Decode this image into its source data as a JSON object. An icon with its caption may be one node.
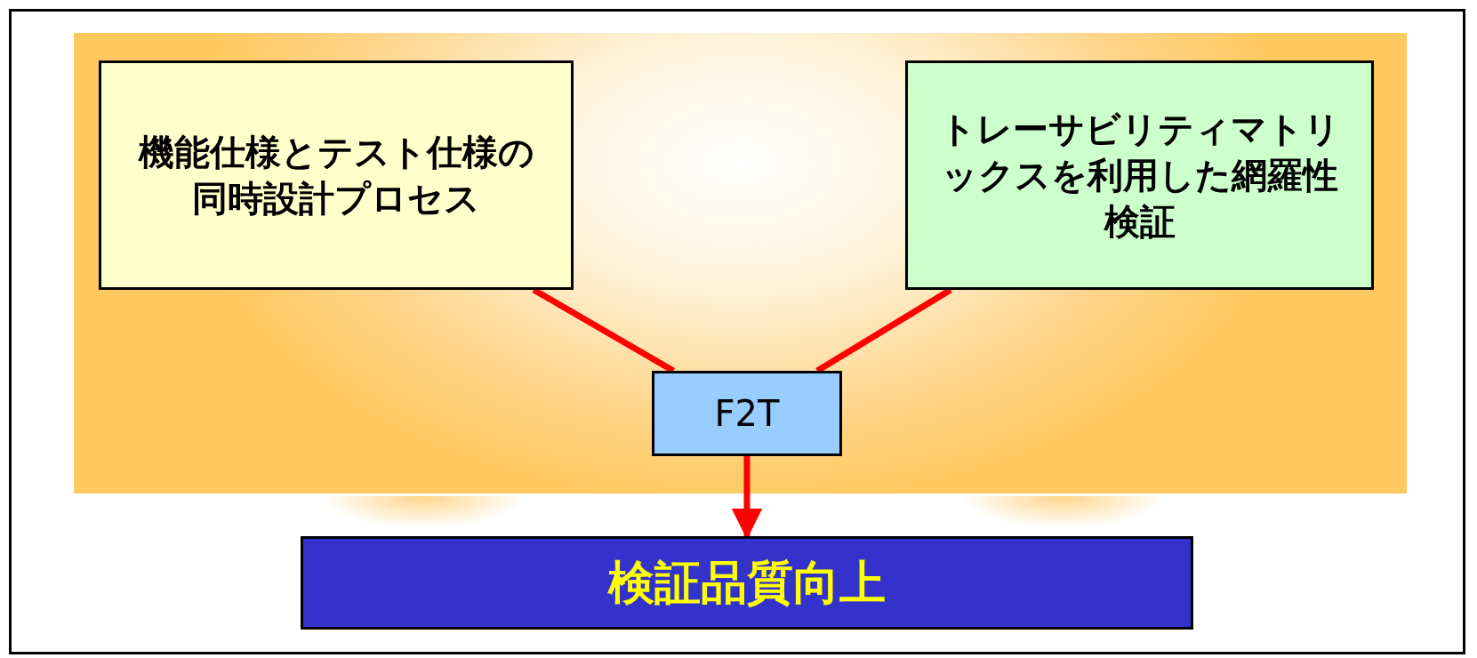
{
  "diagram": {
    "nodes": [
      {
        "text": [
          "機能仕様とテスト仕様の同時設計プロセス"
        ]
      },
      {
        "text": [
          "トレーサビリティマトリックスを利用した網羅性検証"
        ]
      },
      {
        "text": [
          "F2T"
        ]
      },
      {
        "text": [
          "検証品質向上"
        ]
      }
    ],
    "edges": [
      {
        "from": 0,
        "to": 2,
        "arrow": "none"
      },
      {
        "from": 1,
        "to": 2,
        "arrow": "none"
      },
      {
        "from": 2,
        "to": 3,
        "arrow": "to"
      }
    ]
  }
}
